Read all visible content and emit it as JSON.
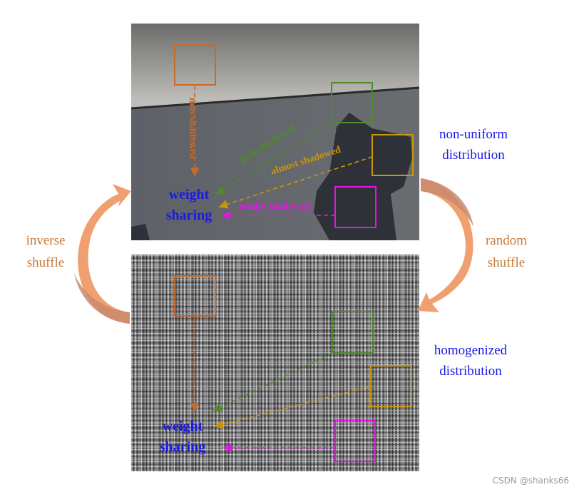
{
  "colors": {
    "orange": "#c86a28",
    "green": "#4f8a2c",
    "gold": "#c8960a",
    "magenta": "#e614e6",
    "blue": "#1a1ae6",
    "side_text": "#c87a3a",
    "arrow_fill": "#f0a070",
    "arrow_dark": "#d49070"
  },
  "top_panel": {
    "labels": {
      "non_shadowed": "non-shadowed",
      "little_shadowed": "little shadowed",
      "almost_shadowed": "almost shadowed",
      "totally_shadowed": "totally shadowed",
      "weight_line1": "weight",
      "weight_line2": "sharing"
    },
    "note_line1": "non-uniform",
    "note_line2": "distribution"
  },
  "bottom_panel": {
    "labels": {
      "weight_line1": "weight",
      "weight_line2": "sharing"
    },
    "note_line1": "homogenized",
    "note_line2": "distribution"
  },
  "left_arrow": {
    "line1": "inverse",
    "line2": "shuffle"
  },
  "right_arrow": {
    "line1": "random",
    "line2": "shuffle"
  },
  "watermark": "CSDN @shanks66"
}
